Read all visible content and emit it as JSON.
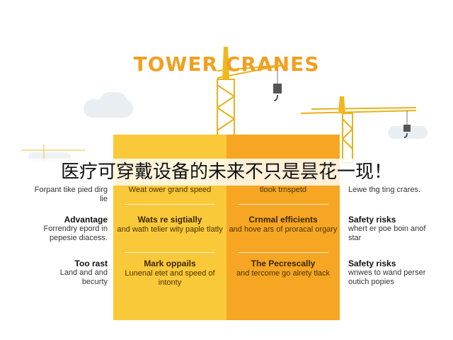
{
  "diagram": {
    "title": "TOWER CRANES",
    "overlay_caption": "医疗可穿戴设备的未来不只是昙花一现！",
    "left_column": [
      {
        "head": "",
        "body": "Forpant tike pied dirg lie"
      },
      {
        "head": "Advantage",
        "body": "Forrendry epord in pepesie diacess."
      },
      {
        "head": "Too rast",
        "body": "Land and and becurty"
      }
    ],
    "center_left_column": [
      {
        "head": "",
        "body": "Weat ower grand speed"
      },
      {
        "head": "Wats re sigtially",
        "body": "and wath telier wity paple tlatly"
      },
      {
        "head": "Mark oppails",
        "body": "Lunenal etet and speed of intonty"
      }
    ],
    "center_right_column": [
      {
        "head": "",
        "body": "tlook trnspetd"
      },
      {
        "head": "Crnmal efficients",
        "body": "and hove ars of proracal orgary"
      },
      {
        "head": "The Pecrescally",
        "body": "and tercome go alrety tlack"
      }
    ],
    "right_column": [
      {
        "head": "",
        "body": "Lewe thg ting crares."
      },
      {
        "head": "Safety risks",
        "body": "whert er poe boin anof star"
      },
      {
        "head": "Safety risks",
        "body": "wnwes to wand perser outich popies"
      }
    ],
    "icons": [
      "crane-icon",
      "building-icon",
      "house-icon"
    ],
    "colors": {
      "title": "#f0a020",
      "panel_left": "#fac93a",
      "panel_right": "#f6a623",
      "crane": "#f5c22a"
    }
  }
}
